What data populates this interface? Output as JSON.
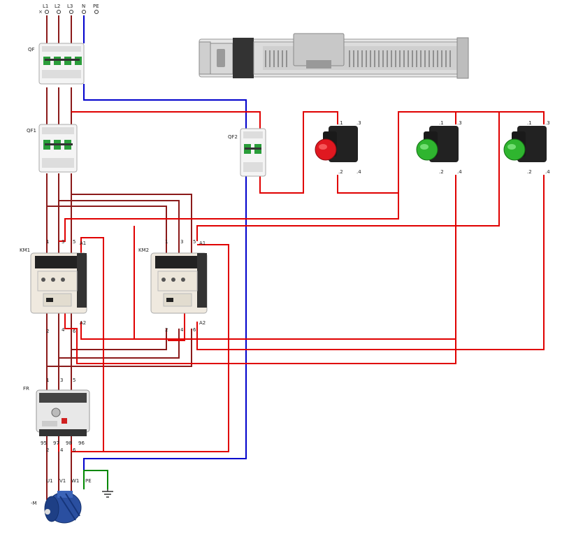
{
  "supply": {
    "terminals": [
      {
        "key": "l1",
        "label": "L1"
      },
      {
        "key": "l2",
        "label": "L2"
      },
      {
        "key": "l3",
        "label": "L3"
      },
      {
        "key": "n",
        "label": "N"
      },
      {
        "key": "pe",
        "label": "PE"
      }
    ]
  },
  "devices": {
    "qf": "QF",
    "qf1": "QF1",
    "qf2": "QF2",
    "km1": "KM1",
    "km2": "KM2",
    "fr": "FR",
    "motor": "-M"
  },
  "contactor_terminals": {
    "top": [
      "1",
      "3",
      "5",
      "A1"
    ],
    "bottom": [
      "2",
      "4",
      "6",
      "A2"
    ]
  },
  "relay_terminals": {
    "top": [
      "1",
      "3",
      "5"
    ],
    "bottom": [
      "2",
      "4",
      "6"
    ],
    "aux": [
      "95",
      "96",
      "97",
      "98"
    ]
  },
  "button_terminals": {
    "top": [
      ".1",
      ".3"
    ],
    "bottom": [
      ".2",
      ".4"
    ]
  },
  "motor_terminals": [
    "U1",
    "V1",
    "W1",
    "PE"
  ],
  "colors": {
    "phase": "#8b1a1a",
    "control": "#e00000",
    "neutral": "#0000cc",
    "earth": "#008800",
    "stop_button": "#e01820",
    "start_button": "#2fb52f",
    "motor": "#2a4fa0"
  },
  "icons": {
    "breaker": "circuit-breaker-icon",
    "contactor": "contactor-icon",
    "relay": "thermal-overload-relay-icon",
    "stop": "stop-pushbutton-icon",
    "start": "start-pushbutton-icon",
    "actuator": "linear-actuator-icon",
    "motor": "motor-icon",
    "ground": "ground-icon"
  }
}
